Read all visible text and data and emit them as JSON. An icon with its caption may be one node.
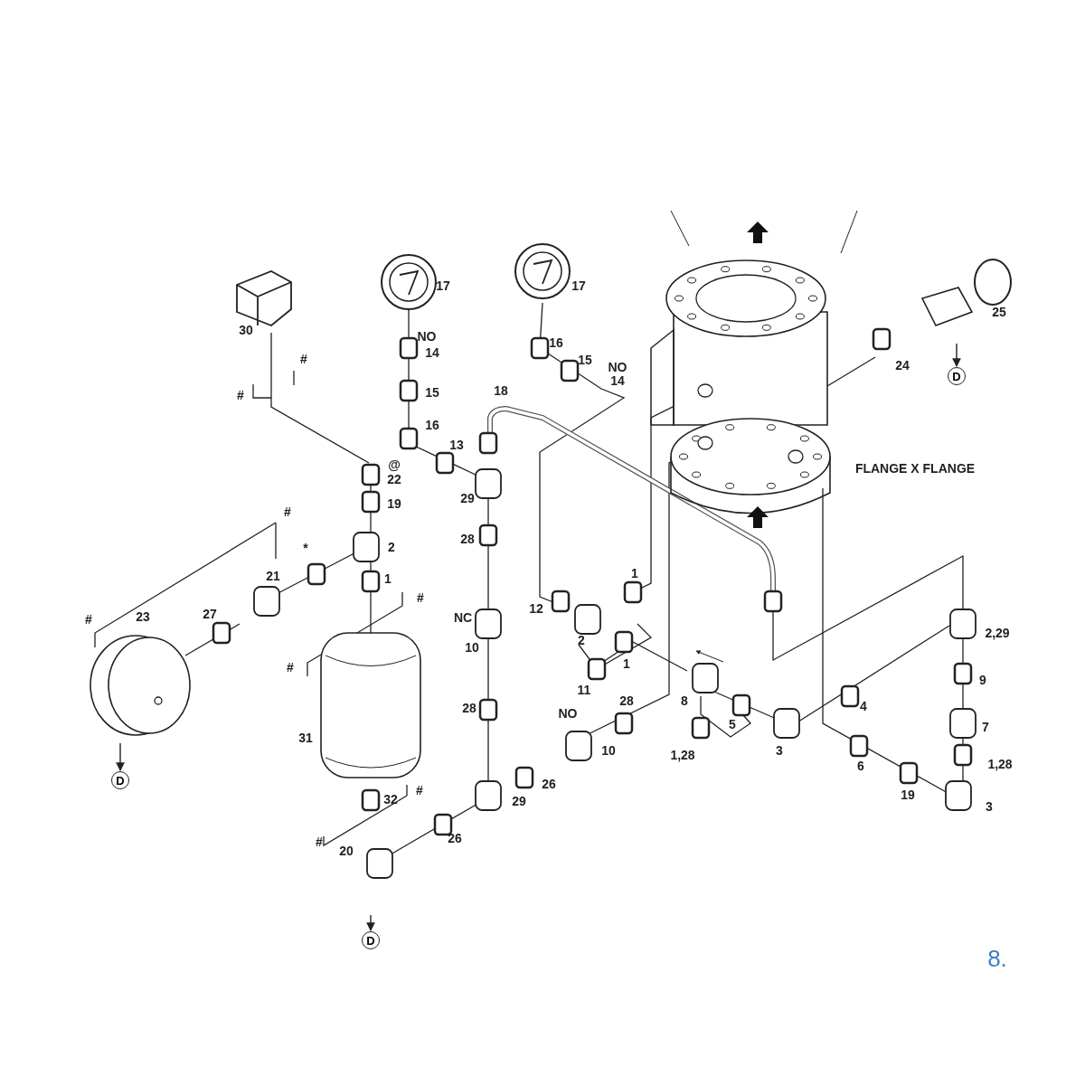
{
  "diagram": {
    "nodes": [
      {
        "text": [
          "D"
        ]
      },
      {
        "text": [
          "D"
        ]
      },
      {
        "text": [
          "D"
        ]
      }
    ],
    "edges": [
      {
        "from": null,
        "to": 0,
        "arrow": "to"
      },
      {
        "from": null,
        "to": 1,
        "arrow": "to"
      },
      {
        "from": null,
        "to": 2,
        "arrow": "to"
      }
    ],
    "labels": [
      "17",
      "17",
      "25",
      "30",
      "NO",
      "14",
      "16",
      "15",
      "NO",
      "14",
      "#",
      "24",
      "#",
      "15",
      "18",
      "16",
      "13",
      "@",
      "22",
      "FLANGE X FLANGE",
      "29",
      "19",
      "#",
      "*",
      "2",
      "28",
      "21",
      "1",
      "1",
      "#",
      "#",
      "23",
      "27",
      "NC",
      "12",
      "2,29",
      "2",
      "10",
      "#",
      "1",
      "11",
      "9",
      "28",
      "NO",
      "28",
      "8",
      "4",
      "5",
      "7",
      "31",
      "10",
      "1,28",
      "3",
      "6",
      "1,28",
      "26",
      "32",
      "#",
      "19",
      "29",
      "3",
      "#",
      "26",
      "20",
      "8."
    ]
  }
}
